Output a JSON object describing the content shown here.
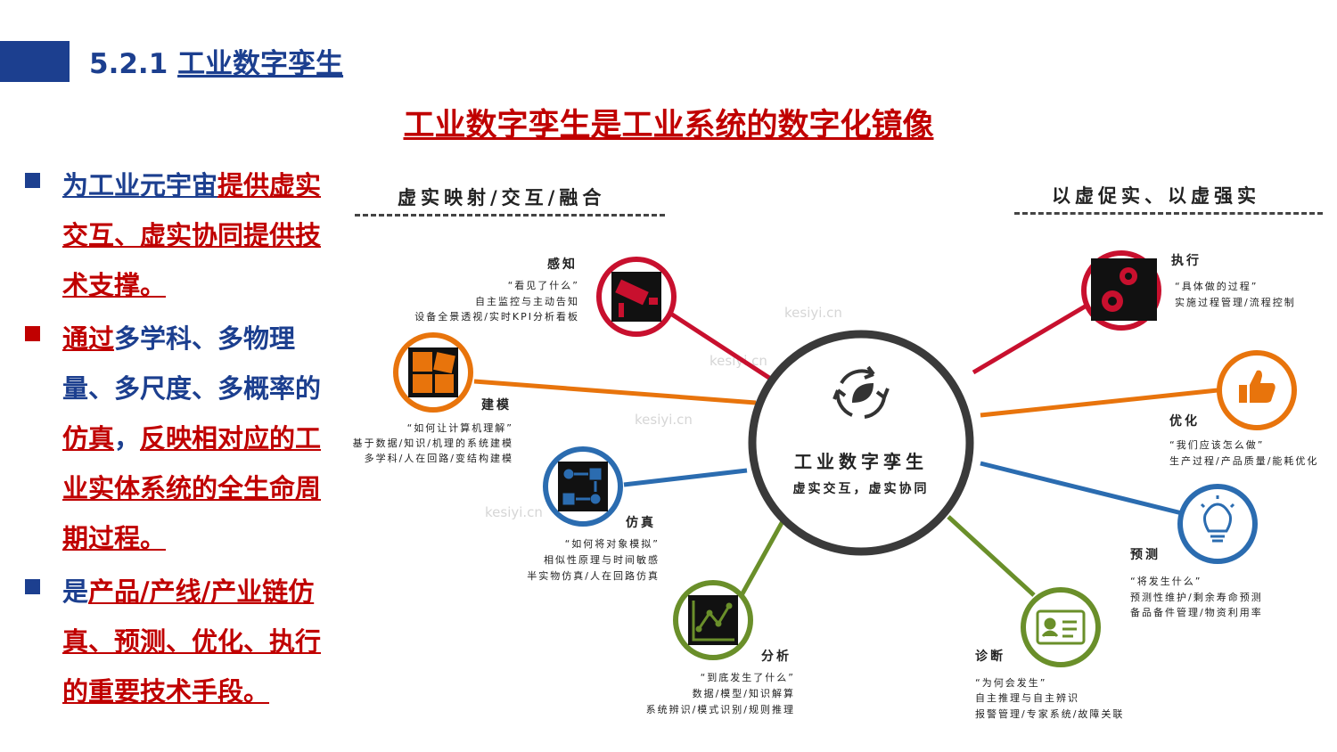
{
  "header": {
    "number": "5.2.1",
    "title": "工业数字孪生"
  },
  "main_title": "工业数字孪生是工业系统的数字化镜像",
  "bullets": [
    {
      "segments": [
        {
          "text": "为工业元宇宙",
          "style": "blueu"
        },
        {
          "text": "提供虚实交互、虚实协同提供技术支撑。",
          "style": "red"
        }
      ]
    },
    {
      "segments": [
        {
          "text": "通过",
          "style": "red"
        },
        {
          "text": "多学科、多物理量、多尺度、多概率的",
          "style": "blue"
        },
        {
          "text": "仿真",
          "style": "red"
        },
        {
          "text": "，",
          "style": "blue"
        },
        {
          "text": "反映相对应的工业实体系统的全生命周期过程。",
          "style": "red"
        }
      ]
    },
    {
      "segments": [
        {
          "text": "是",
          "style": "blue"
        },
        {
          "text": "产品/产线/产业链仿真、预测、优化、执行的重要技术手段。",
          "style": "red"
        }
      ]
    }
  ],
  "left_header": "虚实映射/交互/融合",
  "right_header": "以虚促实、以虚强实",
  "center": {
    "title": "工业数字孪生",
    "subtitle": "虚实交互，虚实协同"
  },
  "watermark": "kesiyi.cn",
  "colors": {
    "red": "#c8102e",
    "orange": "#e8740c",
    "blue": "#2b6cb0",
    "green": "#6a8f2a",
    "dark": "#333333"
  },
  "nodes": [
    {
      "id": "perception",
      "icon": "camera-icon",
      "color": "#c8102e",
      "title": "感知",
      "lines": [
        "“看见了什么”",
        "自主监控与主动告知",
        "设备全景透视/实时KPI分析看板"
      ]
    },
    {
      "id": "modeling",
      "icon": "puzzle-icon",
      "color": "#e8740c",
      "title": "建模",
      "lines": [
        "“如何让计算机理解”",
        "基于数据/知识/机理的系统建模",
        "多学科/人在回路/变结构建模"
      ]
    },
    {
      "id": "simulation",
      "icon": "flow-icon",
      "color": "#2b6cb0",
      "title": "仿真",
      "lines": [
        "“如何将对象模拟”",
        "相似性原理与时间敏感",
        "半实物仿真/人在回路仿真"
      ]
    },
    {
      "id": "analysis",
      "icon": "chart-icon",
      "color": "#6a8f2a",
      "title": "分析",
      "lines": [
        "“到底发生了什么”",
        "数据/模型/知识解算",
        "系统辨识/模式识别/规则推理"
      ]
    },
    {
      "id": "execution",
      "icon": "gears-icon",
      "color": "#c8102e",
      "title": "执行",
      "lines": [
        "“具体做的过程”",
        "实施过程管理/流程控制"
      ]
    },
    {
      "id": "optimization",
      "icon": "thumbs-up-icon",
      "color": "#e8740c",
      "title": "优化",
      "lines": [
        "“我们应该怎么做”",
        "生产过程/产品质量/能耗优化"
      ]
    },
    {
      "id": "prediction",
      "icon": "lightbulb-icon",
      "color": "#2b6cb0",
      "title": "预测",
      "lines": [
        "“将发生什么”",
        "预测性维护/剩余寿命预测",
        "备品备件管理/物资利用率"
      ]
    },
    {
      "id": "diagnosis",
      "icon": "id-card-icon",
      "color": "#6a8f2a",
      "title": "诊断",
      "lines": [
        "“为何会发生”",
        "自主推理与自主辨识",
        "报警管理/专家系统/故障关联"
      ]
    }
  ]
}
